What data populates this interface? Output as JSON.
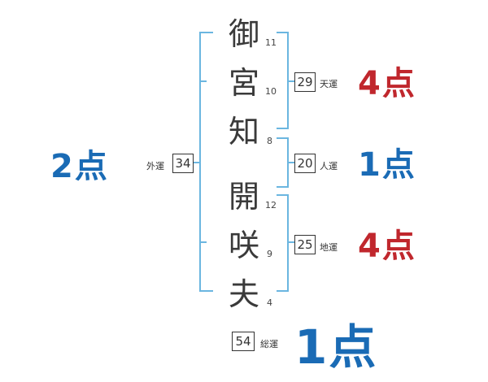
{
  "surname": [
    {
      "char": "御",
      "strokes": "11"
    },
    {
      "char": "宮",
      "strokes": "10"
    }
  ],
  "given_name": [
    {
      "char": "知",
      "strokes": "8"
    },
    {
      "char": "開",
      "strokes": "12"
    },
    {
      "char": "咲",
      "strokes": "9"
    },
    {
      "char": "夫",
      "strokes": "4"
    }
  ],
  "ten_un": {
    "value": "29",
    "label": "天運",
    "score": "4点"
  },
  "jin_un": {
    "value": "20",
    "label": "人運",
    "score": "1点"
  },
  "chi_un": {
    "value": "25",
    "label": "地運",
    "score": "4点"
  },
  "gai_un": {
    "value": "34",
    "label": "外運",
    "score": "2点"
  },
  "so_un": {
    "value": "54",
    "label": "総運",
    "score": "1点"
  },
  "colors": {
    "bracket": "#6bb6e0",
    "good": "#c0272d",
    "bad": "#1a6bb5"
  }
}
